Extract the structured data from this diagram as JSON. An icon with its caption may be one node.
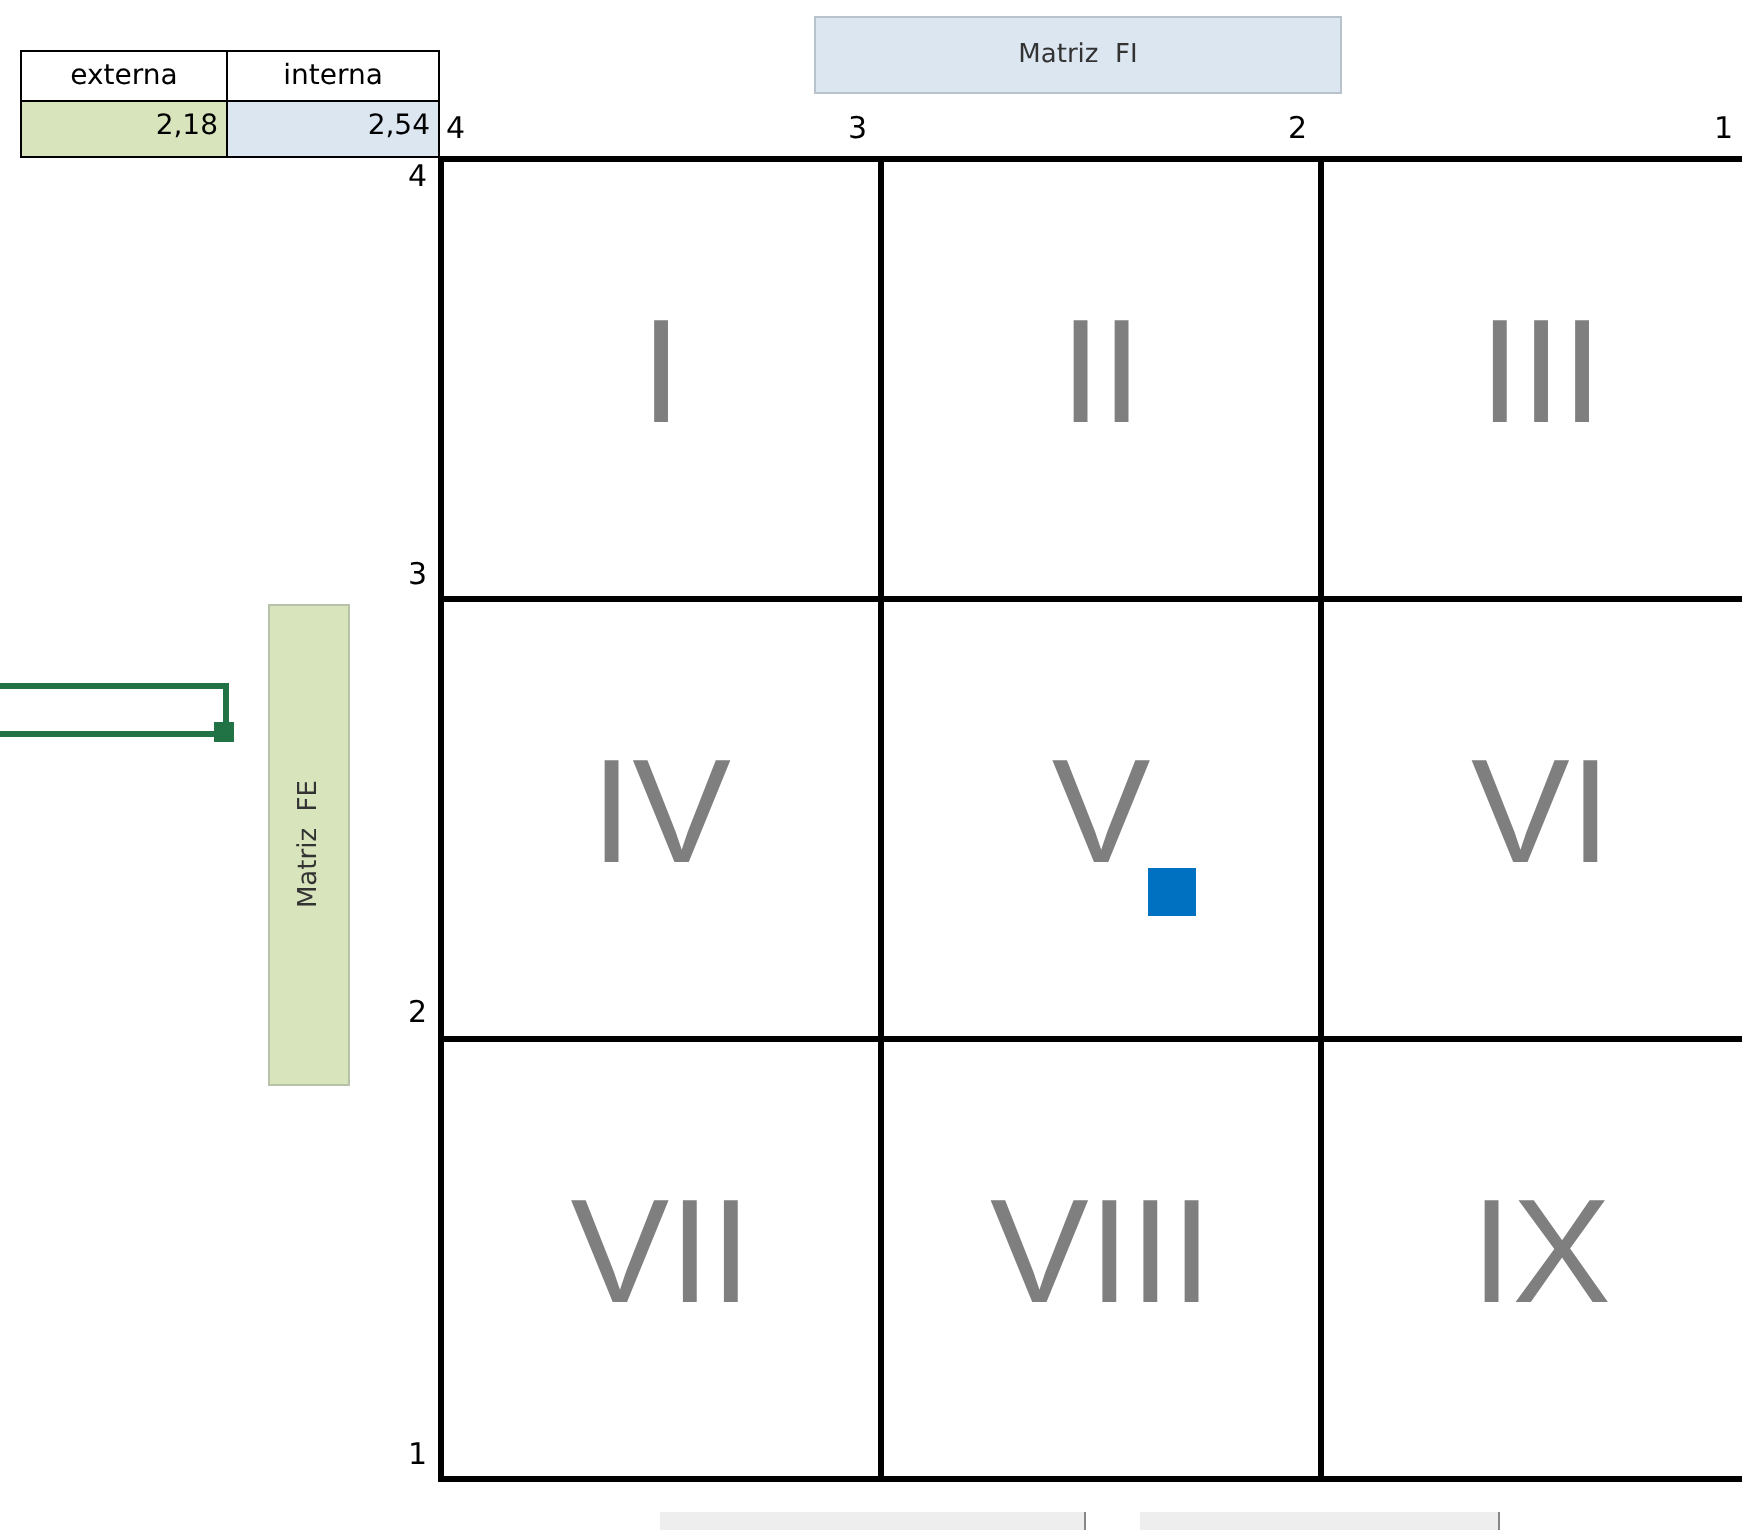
{
  "diagram": {
    "nodes": [
      {
        "text": [
          "Matriz  FI"
        ]
      },
      {
        "text": [
          "Matriz  FE"
        ]
      },
      {
        "text": [
          "I"
        ]
      },
      {
        "text": [
          "II"
        ]
      },
      {
        "text": [
          "III"
        ]
      },
      {
        "text": [
          "IV"
        ]
      },
      {
        "text": [
          "V"
        ]
      },
      {
        "text": [
          "VI"
        ]
      },
      {
        "text": [
          "VII"
        ]
      },
      {
        "text": [
          "VIII"
        ]
      },
      {
        "text": [
          "IX"
        ]
      },
      {
        "text": [],
        "shape": "box",
        "in": 6
      }
    ],
    "edges": [],
    "labels": [
      "externa",
      "interna",
      "2,18",
      "2,54",
      "4",
      "3",
      "2",
      "1",
      "4",
      "3",
      "2",
      "1"
    ]
  }
}
